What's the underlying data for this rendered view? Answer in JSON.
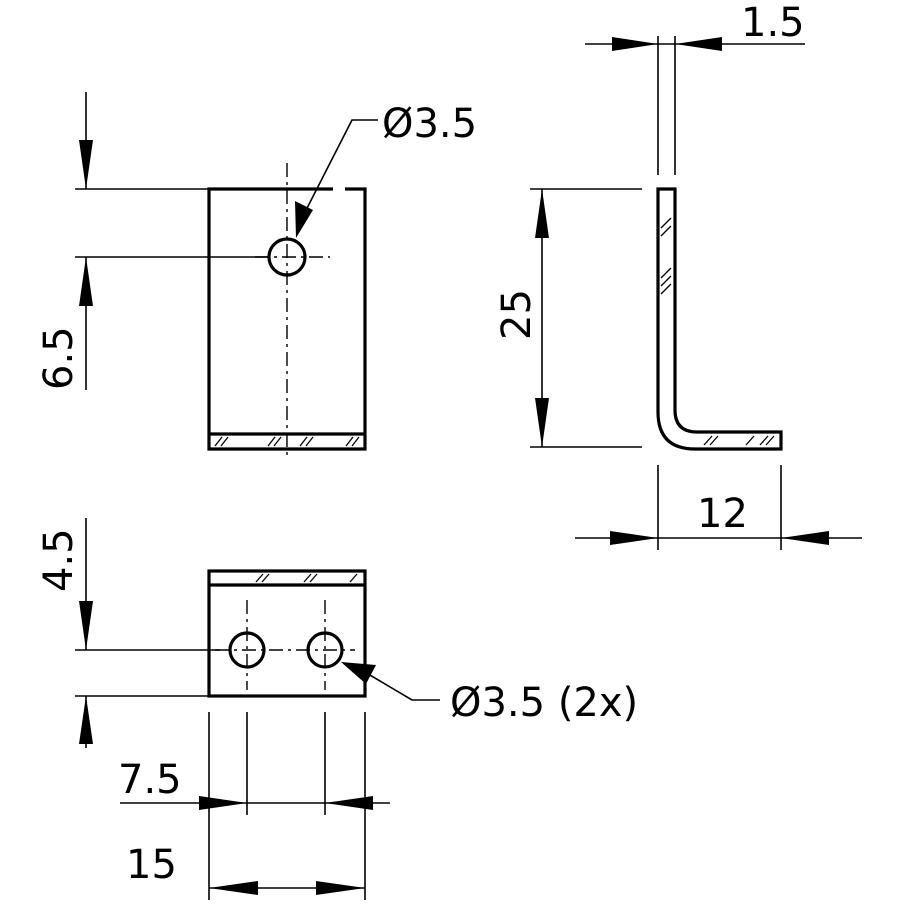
{
  "drawing": {
    "dimensions": {
      "front_hole": "Ø3.5",
      "front_hole_offset": "6.5",
      "thickness": "1.5",
      "height": "25",
      "leg_length": "12",
      "bottom_holes": "Ø3.5 (2x)",
      "bottom_hole_offset": "4.5",
      "hole_spacing": "7.5",
      "width": "15"
    }
  }
}
